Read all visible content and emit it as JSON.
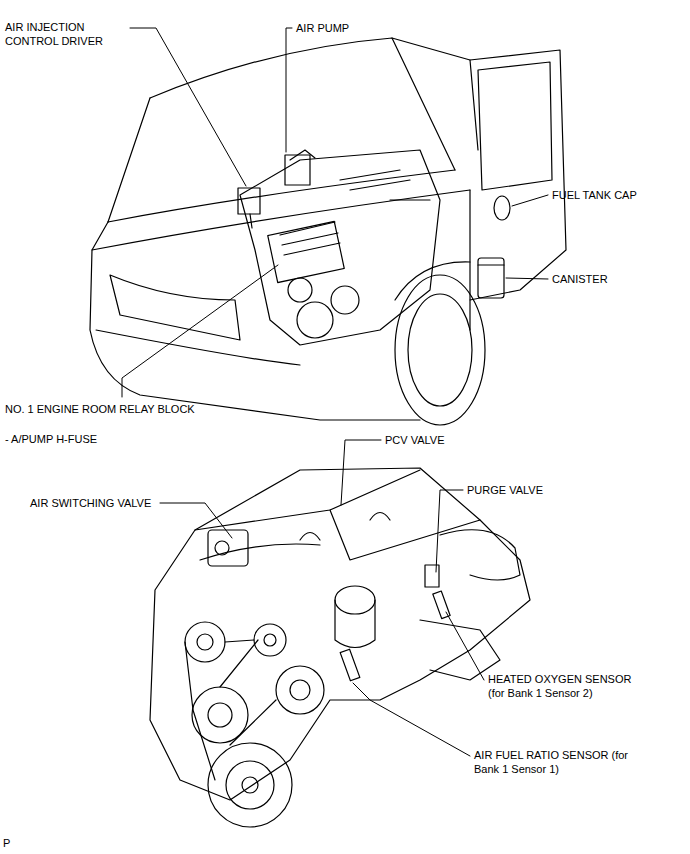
{
  "diagram": {
    "labels": [
      "AIR INJECTION CONTROL DRIVER",
      "AIR PUMP",
      "FUEL TANK CAP",
      "CANISTER",
      "NO. 1 ENGINE ROOM RELAY BLOCK",
      "- A/PUMP H-FUSE",
      "PCV VALVE",
      "PURGE VALVE",
      "AIR SWITCHING VALVE",
      "HEATED OXYGEN SENSOR (for Bank 1 Sensor 2)",
      "AIR FUEL RATIO SENSOR (for Bank 1 Sensor 1)",
      "P"
    ]
  }
}
